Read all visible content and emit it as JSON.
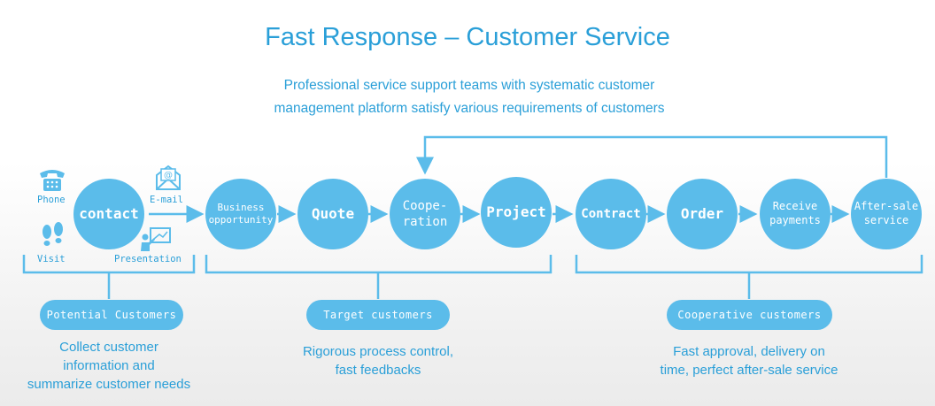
{
  "title": "Fast Response – Customer Service",
  "subtitle": {
    "line1": "Professional service support teams with systematic customer",
    "line2": "management platform satisfy various requirements of customers"
  },
  "contact": {
    "label": "contact",
    "channels": {
      "phone": "Phone",
      "email": "E-mail",
      "visit": "Visit",
      "presentation": "Presentation"
    }
  },
  "steps": {
    "business": {
      "line1": "Business",
      "line2": "opportunity"
    },
    "quote": "Quote",
    "cooperation": {
      "line1": "Coope-",
      "line2": "ration"
    },
    "project": "Project",
    "contract": "Contract",
    "order": "Order",
    "receive": {
      "line1": "Receive",
      "line2": "payments"
    },
    "aftersale": {
      "line1": "After-sale",
      "line2": "service"
    }
  },
  "groups": {
    "potential": {
      "label": "Potential Customers",
      "desc": [
        "Collect customer",
        "information and",
        "summarize customer needs"
      ]
    },
    "target": {
      "label": "Target customers",
      "desc": [
        "Rigorous process control,",
        "fast feedbacks"
      ]
    },
    "cooperative": {
      "label": "Cooperative customers",
      "desc": [
        "Fast approval, delivery on",
        "time, perfect after-sale service"
      ]
    }
  },
  "colors": {
    "accent": "#5bbcea",
    "text": "#2a9fd8",
    "background": "#ffffff"
  },
  "icons": [
    "phone-icon",
    "email-icon",
    "footprints-icon",
    "presentation-icon"
  ]
}
